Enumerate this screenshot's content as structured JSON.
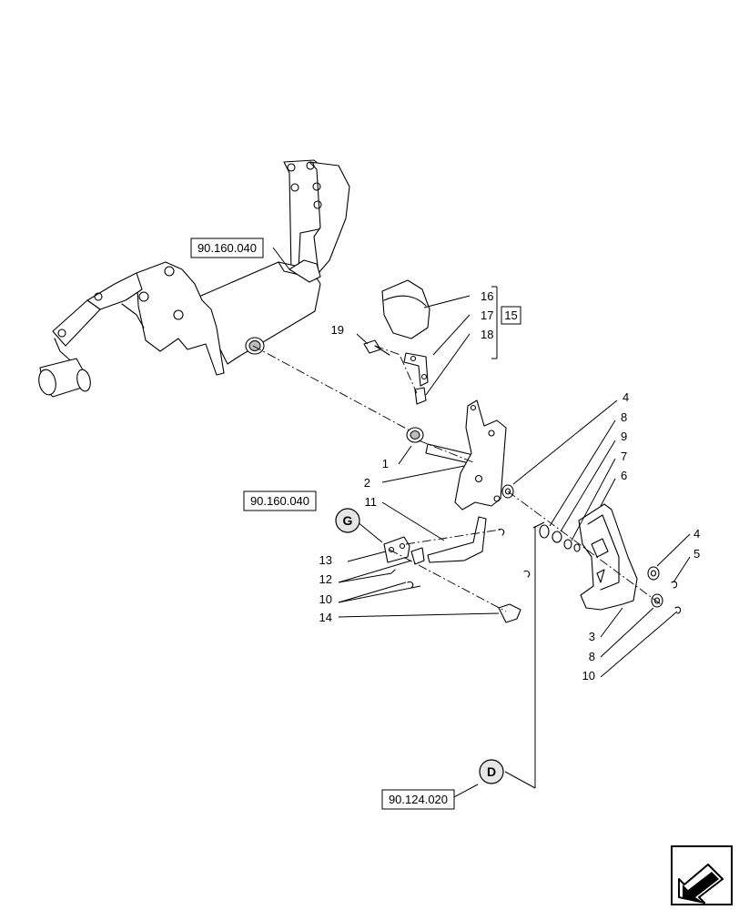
{
  "references": {
    "ref_top": "90.160.040",
    "ref_mid": "90.160.040",
    "ref_bottom": "90.124.020",
    "group_box": "15"
  },
  "badges": {
    "g": "G",
    "d": "D"
  },
  "callouts": {
    "c1": "1",
    "c2": "2",
    "c3": "3",
    "c4a": "4",
    "c4b": "4",
    "c5": "5",
    "c6": "6",
    "c7": "7",
    "c8a": "8",
    "c8b": "8",
    "c9": "9",
    "c10a": "10",
    "c10b": "10",
    "c11": "11",
    "c12": "12",
    "c13": "13",
    "c14": "14",
    "c16": "16",
    "c17": "17",
    "c18": "18",
    "c19": "19"
  },
  "icons": {
    "nav": "navigation-arrow-icon"
  }
}
